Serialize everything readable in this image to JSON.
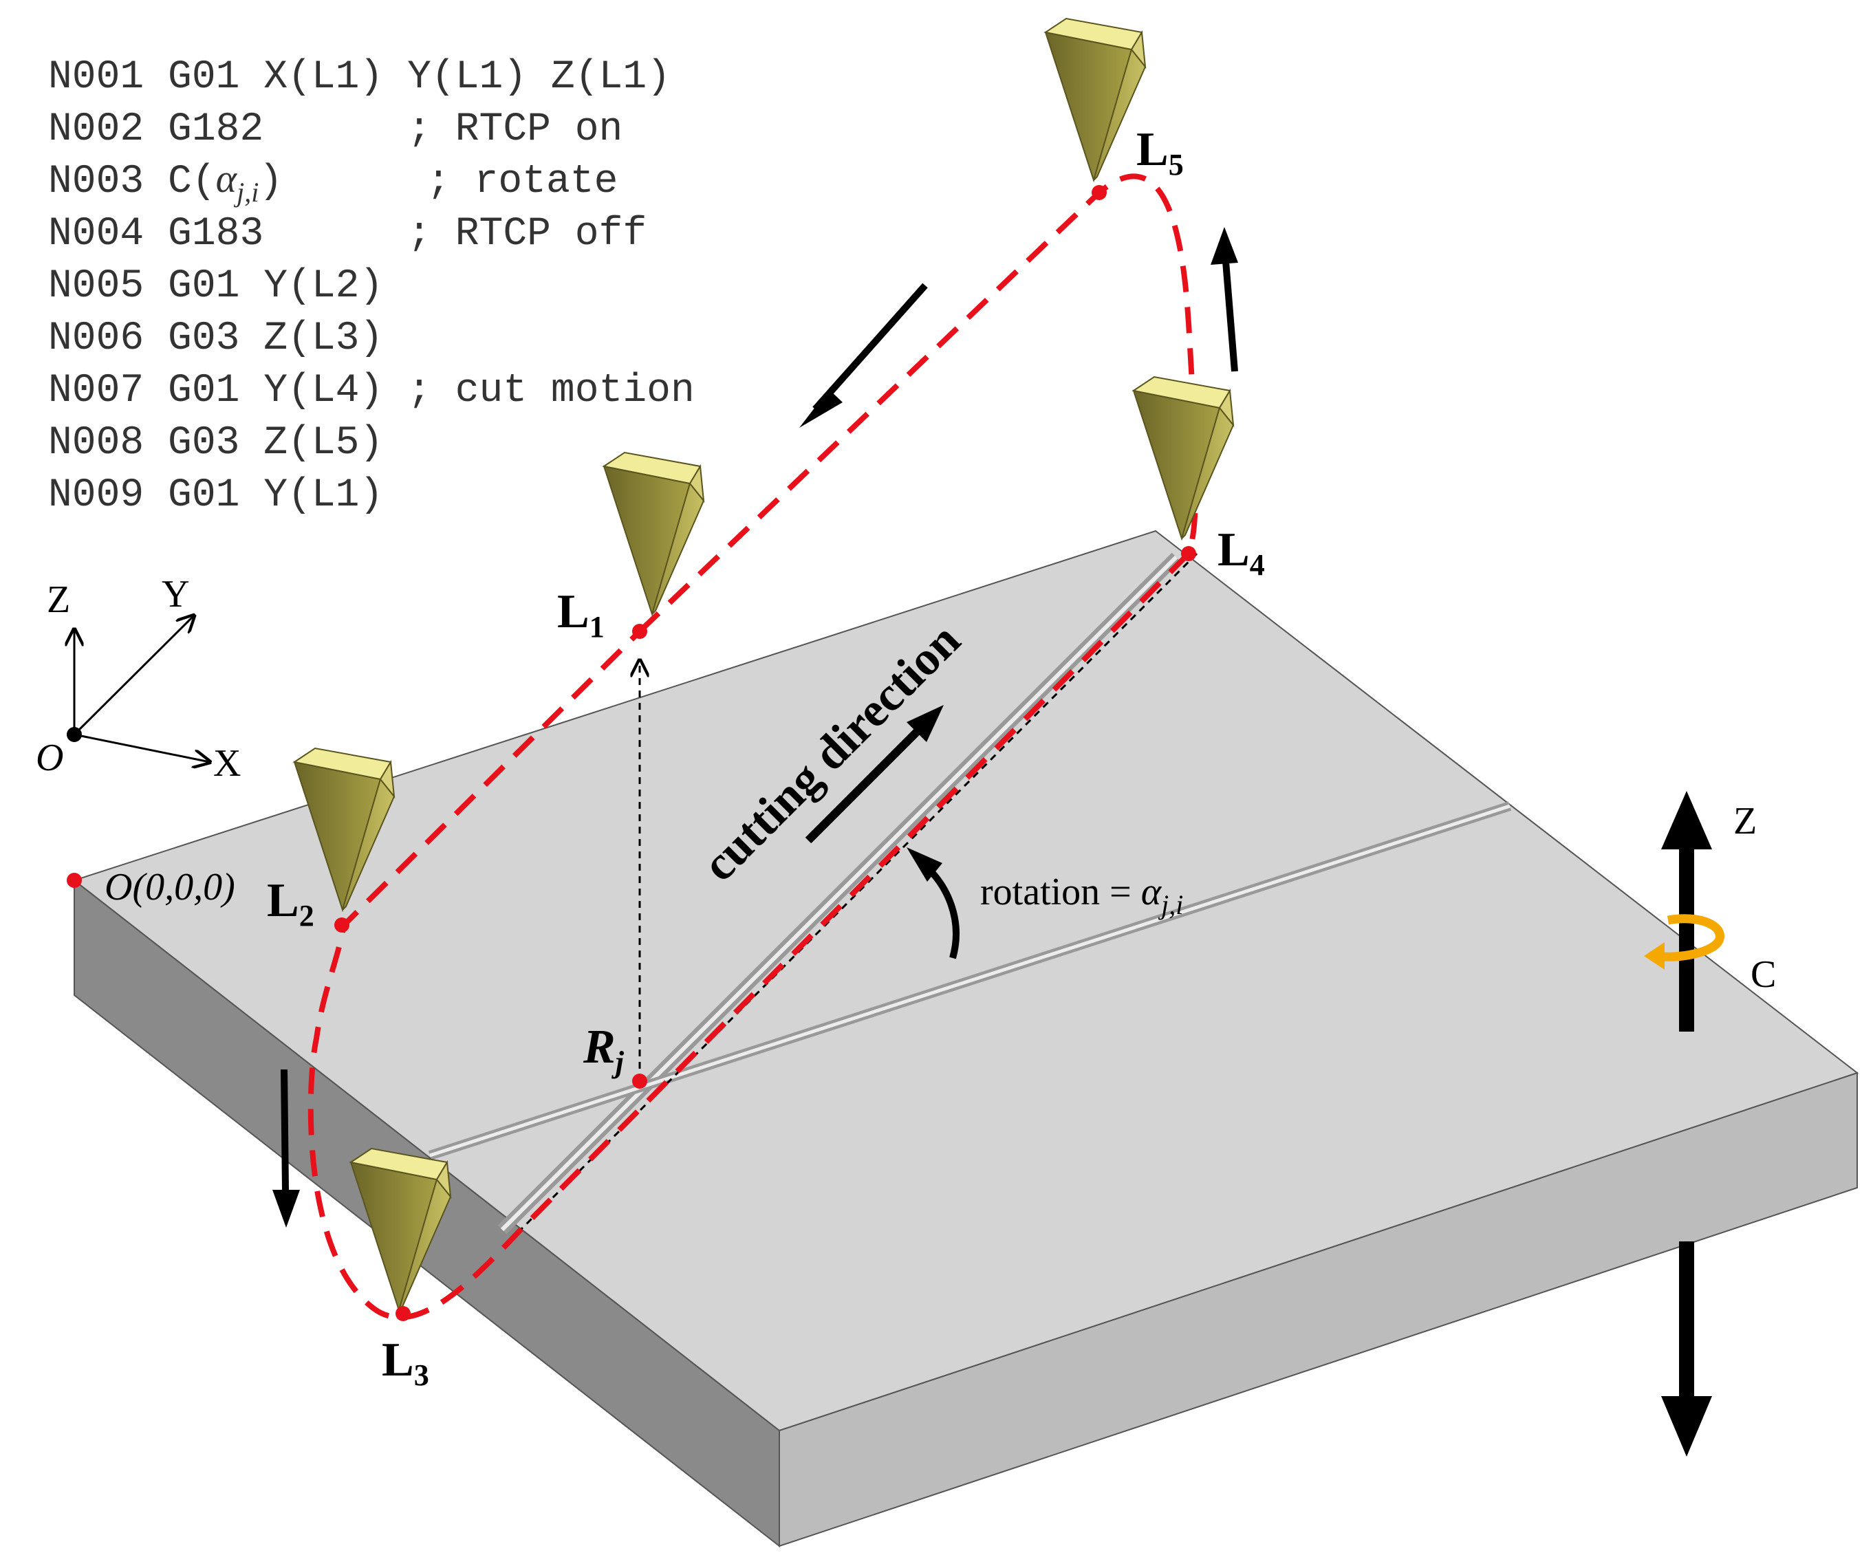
{
  "gcode_lines": [
    {
      "code": "N001 G01 X(L1) Y(L1) Z(L1)",
      "comment": ""
    },
    {
      "code": "N002 G182      ",
      "comment": "; RTCP on"
    },
    {
      "code": "N003 C(",
      "alpha": "α",
      "alpha_sub": "j,i",
      "tail": ")      ",
      "comment": "; rotate"
    },
    {
      "code": "N004 G183      ",
      "comment": "; RTCP off"
    },
    {
      "code": "N005 G01 Y(L2)",
      "comment": ""
    },
    {
      "code": "N006 G03 Z(L3)",
      "comment": ""
    },
    {
      "code": "N007 G01 Y(L4) ",
      "comment": "; cut motion"
    },
    {
      "code": "N008 G03 Z(L5)",
      "comment": ""
    },
    {
      "code": "N009 G01 Y(L1)",
      "comment": ""
    }
  ],
  "axes": {
    "z": "Z",
    "y": "Y",
    "x": "X",
    "origin": "O"
  },
  "origin_point": "O(0,0,0)",
  "points": {
    "l1": {
      "main": "L",
      "sub": "1"
    },
    "l2": {
      "main": "L",
      "sub": "2"
    },
    "l3": {
      "main": "L",
      "sub": "3"
    },
    "l4": {
      "main": "L",
      "sub": "4"
    },
    "l5": {
      "main": "L",
      "sub": "5"
    },
    "rj": {
      "main": "R",
      "sub": "j"
    }
  },
  "cutting_direction": "cutting direction",
  "rotation": {
    "text": "rotation = ",
    "symbol": "α",
    "sub": "j,i"
  },
  "machine_axes": {
    "z": "Z",
    "c": "C"
  },
  "colors": {
    "path": "#e8101a",
    "tool": "#8a8436",
    "plate_top": "#d4d4d4",
    "plate_front": "#bcbcbc",
    "plate_left": "#8a8a8a",
    "c_arrow": "#f5a800"
  }
}
